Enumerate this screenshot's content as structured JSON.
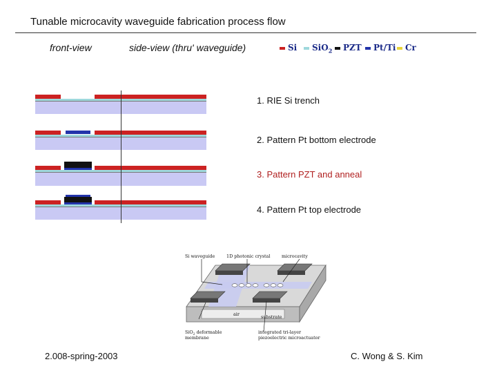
{
  "title": "Tunable microcavity waveguide fabrication process flow",
  "views": {
    "front": "front-view",
    "side": "side-view (thru' waveguide)"
  },
  "legend": [
    {
      "label": "Si",
      "color": "#cc2222"
    },
    {
      "label": "SiO",
      "sub": "2",
      "color": "#9ed8dc"
    },
    {
      "label": "PZT",
      "color": "#111111"
    },
    {
      "label": "Pt/Ti",
      "color": "#2233aa"
    },
    {
      "label": "Cr",
      "color": "#e8d43a"
    }
  ],
  "steps": [
    {
      "label": "1. RIE Si trench",
      "color": "#111111"
    },
    {
      "label": "2. Pattern Pt bottom electrode",
      "color": "#111111"
    },
    {
      "label": "3. Pattern PZT and anneal",
      "color": "#b02020"
    },
    {
      "label": "4. Pattern Pt top electrode",
      "color": "#111111"
    }
  ],
  "device": {
    "labels": {
      "waveguide": "Si waveguide",
      "crystal": "1D photonic crystal",
      "cavity": "microcavity",
      "air": "air",
      "substrate": "substrate",
      "membrane_1": "SiO",
      "membrane_sub": "2",
      "membrane_2": " deformable",
      "membrane_3": "membrane",
      "actuator_1": "integrated tri-layer",
      "actuator_2": "piezoelectric microactuator"
    }
  },
  "footer": {
    "left": "2.008-spring-2003",
    "right": "C. Wong & S. Kim"
  },
  "colors": {
    "si": "#cc2222",
    "oxide": "#9ed8dc",
    "substrate": "#c9c9f4",
    "pzt": "#111111",
    "pt": "#2233aa"
  }
}
